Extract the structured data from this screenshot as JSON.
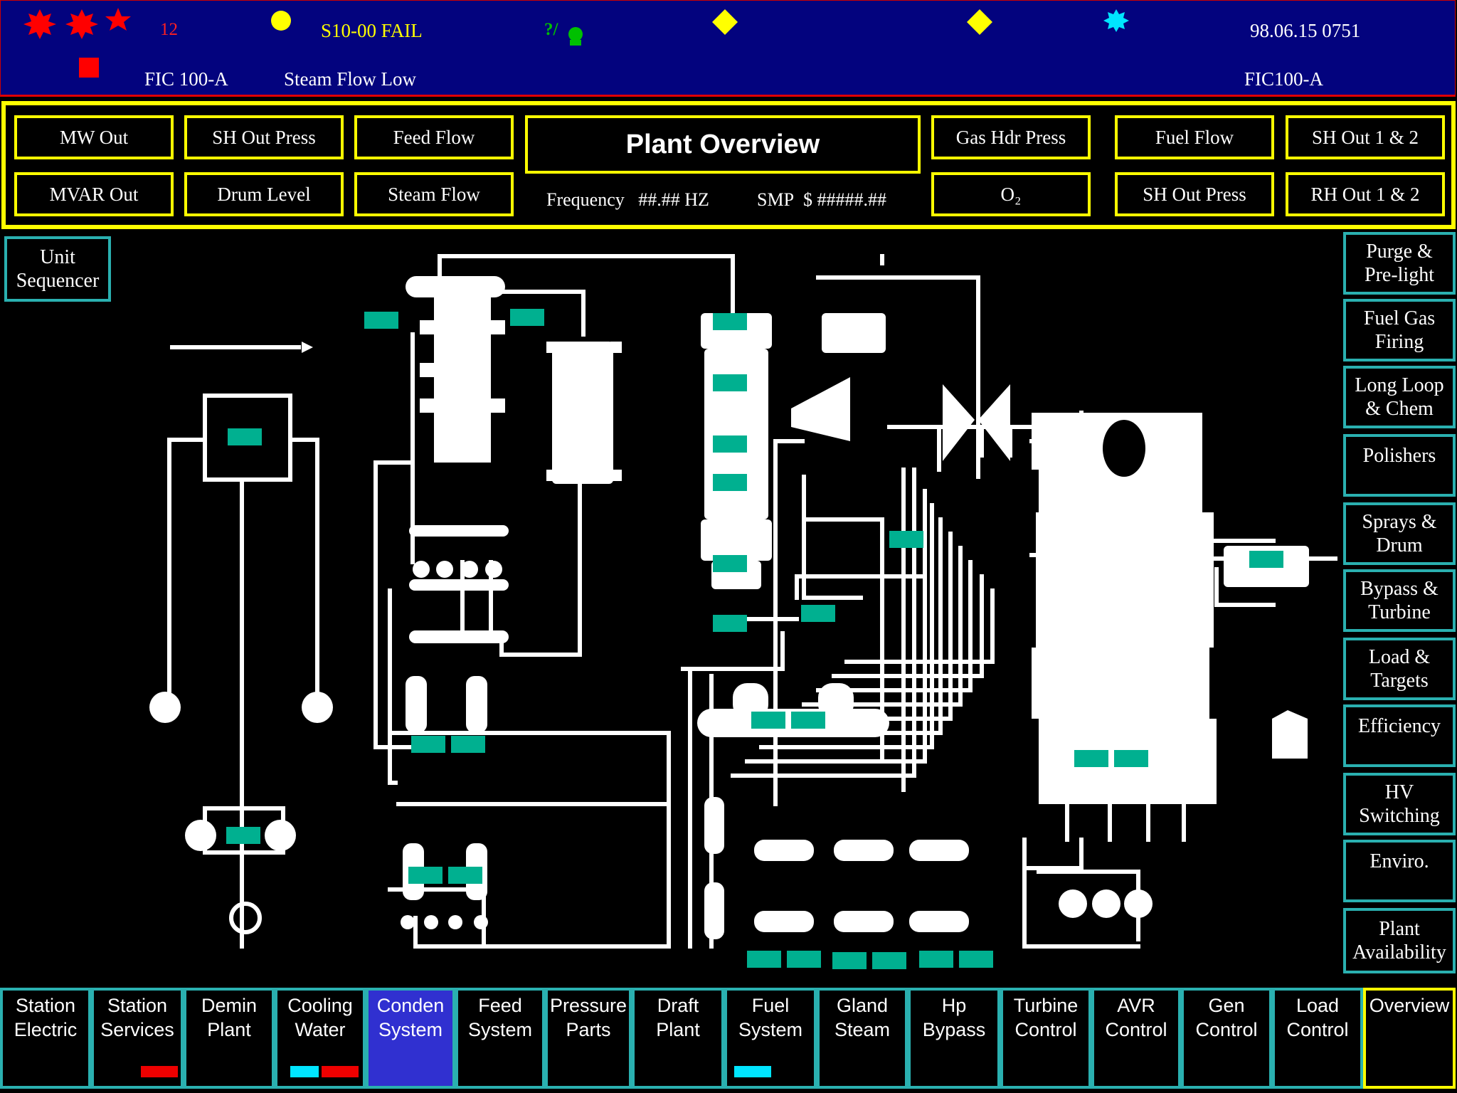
{
  "alarm_bar": {
    "count": "12",
    "fail_message": "S10-00 FAIL",
    "query_symbol": "?/",
    "datetime": "98.06.15   0751",
    "tag_left": "FIC 100-A",
    "message": "Steam Flow Low",
    "tag_right": "FIC100-A",
    "colors": {
      "background": "#03037e",
      "alarm_red": "#ff0000",
      "yellow": "#ffff00",
      "cyan": "#00e5ff",
      "green": "#00c000"
    }
  },
  "header": {
    "title": "Plant Overview",
    "buttons_left": [
      "MW Out",
      "SH Out Press",
      "Feed Flow",
      "MVAR Out",
      "Drum Level",
      "Steam Flow"
    ],
    "buttons_right": [
      "Gas Hdr Press",
      "Fuel Flow",
      "SH Out 1 & 2",
      "O₂",
      "SH Out Press",
      "RH Out 1 & 2"
    ],
    "frequency_label": "Frequency",
    "frequency_value": "##.## HZ",
    "smp_label": "SMP",
    "smp_value": "$ #####.##"
  },
  "unit_sequencer": "Unit\nSequencer",
  "side_menu": [
    "Purge &\nPre-light",
    "Fuel Gas\nFiring",
    "Long Loop\n& Chem",
    "Polishers",
    "Sprays &\nDrum",
    "Bypass &\nTurbine",
    "Load &\nTargets",
    "Efficiency",
    "HV\nSwitching",
    "Enviro.",
    "Plant\nAvailability"
  ],
  "bottom_nav": [
    {
      "label": "Station\nElectric",
      "indicators": []
    },
    {
      "label": "Station\nServices",
      "indicators": [
        "red"
      ]
    },
    {
      "label": "Demin\nPlant",
      "indicators": []
    },
    {
      "label": "Cooling\nWater",
      "indicators": [
        "cyan",
        "red"
      ]
    },
    {
      "label": "Conden\nSystem",
      "indicators": [],
      "active": true
    },
    {
      "label": "Feed\nSystem",
      "indicators": []
    },
    {
      "label": "Pressure\nParts",
      "indicators": []
    },
    {
      "label": "Draft Plant",
      "indicators": []
    },
    {
      "label": "Fuel\nSystem",
      "indicators": [
        "cyan"
      ]
    },
    {
      "label": "Gland\nSteam",
      "indicators": []
    },
    {
      "label": "Hp Bypass",
      "indicators": []
    },
    {
      "label": "Turbine\nControl",
      "indicators": []
    },
    {
      "label": "AVR\nControl",
      "indicators": []
    },
    {
      "label": "Gen\nControl",
      "indicators": []
    },
    {
      "label": "Load\nControl",
      "indicators": []
    },
    {
      "label": "Overview",
      "indicators": []
    }
  ],
  "colors": {
    "frame_yellow": "#ffff00",
    "teal_border": "#2ab0b0",
    "active_tab": "#3030d0",
    "tag_fill": "#00b090",
    "indicator_red": "#ee0000",
    "indicator_cyan": "#00e5ff"
  }
}
